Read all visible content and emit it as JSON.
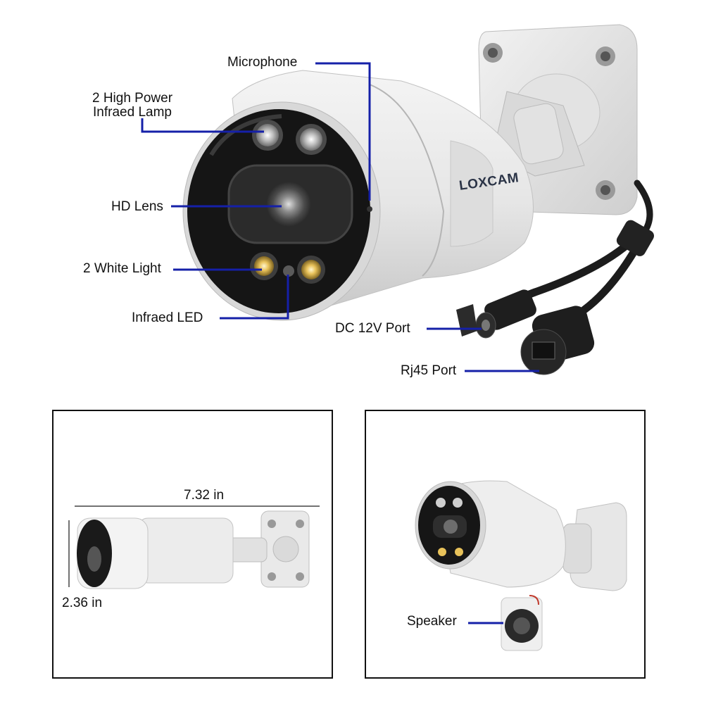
{
  "brand": {
    "name": "LOXCAM"
  },
  "callouts": {
    "microphone": "Microphone",
    "infrared_lamp_line1": "2 High Power",
    "infrared_lamp_line2": "Infraed Lamp",
    "hd_lens": "HD Lens",
    "white_light": "2 White Light",
    "infrared_led": "Infraed LED",
    "dc_port": "DC 12V Port",
    "rj45_port": "Rj45 Port"
  },
  "dimensions_panel": {
    "length": "7.32 in",
    "height": "2.36 in"
  },
  "speaker_panel": {
    "speaker": "Speaker"
  },
  "colors": {
    "callout_line": "#1520a8",
    "panel_border": "#111111",
    "ir_lamp": "#cfcfcf",
    "white_light": "#e8c25a"
  }
}
